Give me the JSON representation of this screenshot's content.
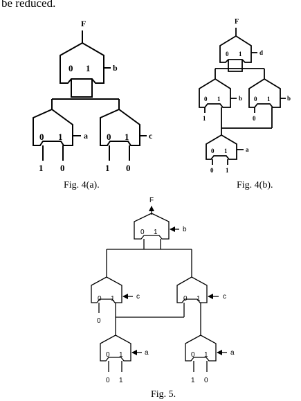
{
  "intro_text": "be reduced.",
  "captions": {
    "fig4a": "Fig. 4(a).",
    "fig4b": "Fig. 4(b).",
    "fig5": "Fig. 5."
  },
  "fig4a": {
    "output": "F",
    "muxes": [
      {
        "id": "top",
        "in0": "0",
        "in1": "1",
        "select": "b"
      },
      {
        "id": "left",
        "in0": "0",
        "in1": "1",
        "select": "a"
      },
      {
        "id": "right",
        "in0": "0",
        "in1": "1",
        "select": "c"
      }
    ],
    "leaf_inputs": {
      "left_mux": [
        "1",
        "0"
      ],
      "right_mux": [
        "1",
        "0"
      ]
    }
  },
  "fig4b": {
    "output": "F",
    "muxes": [
      {
        "id": "top",
        "in0": "0",
        "in1": "1",
        "select": "d"
      },
      {
        "id": "mid_l",
        "in0": "0",
        "in1": "1",
        "select": "b"
      },
      {
        "id": "mid_r",
        "in0": "0",
        "in1": "1",
        "select": "b"
      },
      {
        "id": "bottom",
        "in0": "0",
        "in1": "1",
        "select": "a"
      }
    ],
    "leaf_inputs": {
      "mid_l_in0": "1",
      "mid_r_in0": "0",
      "bottom_mux": [
        "0",
        "1"
      ]
    }
  },
  "fig5": {
    "output": "F",
    "muxes": [
      {
        "id": "top",
        "in0": "0",
        "in1": "1",
        "select": "b"
      },
      {
        "id": "mid_l",
        "in0": "0",
        "in1": "1",
        "select": "c"
      },
      {
        "id": "mid_r",
        "in0": "0",
        "in1": "1",
        "select": "c"
      },
      {
        "id": "bot_l",
        "in0": "0",
        "in1": "1",
        "select": "a"
      },
      {
        "id": "bot_r",
        "in0": "0",
        "in1": "1",
        "select": "a"
      }
    ],
    "leaf_inputs": {
      "mid_l_in0": "0",
      "bot_l_mux": [
        "0",
        "1"
      ],
      "bot_r_mux": [
        "1",
        "0"
      ]
    }
  }
}
